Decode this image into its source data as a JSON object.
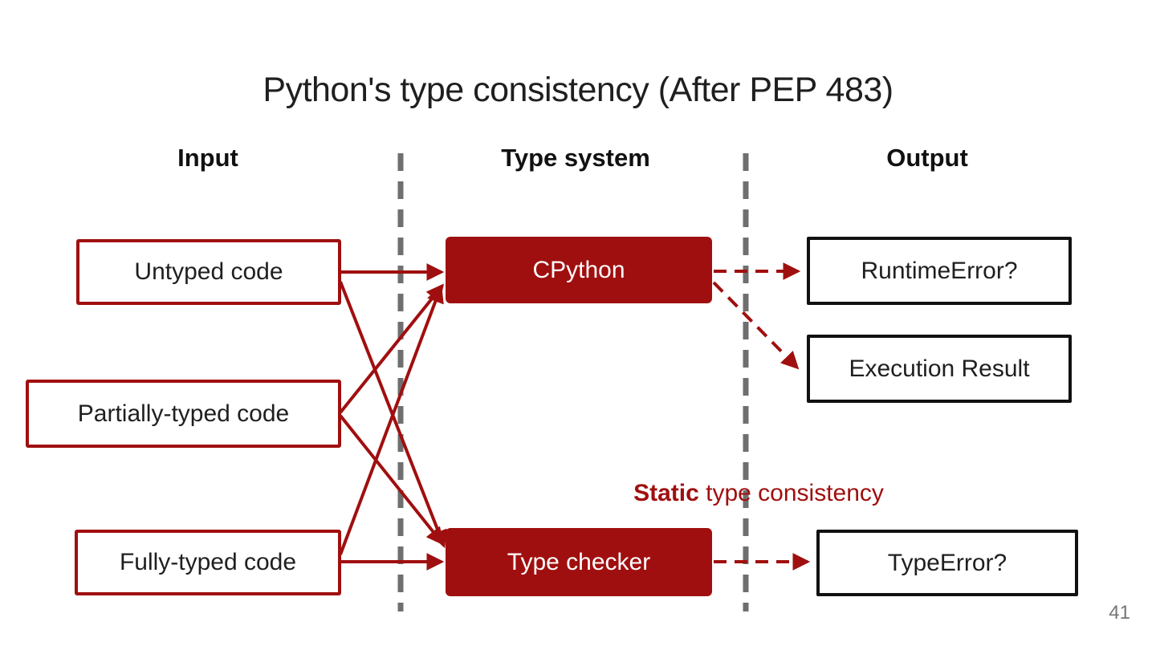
{
  "slide": {
    "title": "Python's type consistency (After PEP 483)",
    "page_number": "41",
    "columns": [
      {
        "label": "Input"
      },
      {
        "label": "Type system"
      },
      {
        "label": "Output"
      }
    ],
    "input_boxes": [
      {
        "label": "Untyped code"
      },
      {
        "label": "Partially-typed code"
      },
      {
        "label": "Fully-typed code"
      }
    ],
    "process_boxes": [
      {
        "label": "CPython"
      },
      {
        "label": "Type checker"
      }
    ],
    "output_boxes": [
      {
        "label": "RuntimeError?"
      },
      {
        "label": "Execution Result"
      },
      {
        "label": "TypeError?"
      }
    ],
    "annotation": {
      "bold": "Static",
      "rest": " type consistency"
    },
    "edges": {
      "solid": [
        {
          "from": "Untyped code",
          "to": "CPython"
        },
        {
          "from": "Untyped code",
          "to": "Type checker"
        },
        {
          "from": "Partially-typed code",
          "to": "CPython"
        },
        {
          "from": "Partially-typed code",
          "to": "Type checker"
        },
        {
          "from": "Fully-typed code",
          "to": "CPython"
        },
        {
          "from": "Fully-typed code",
          "to": "Type checker"
        }
      ],
      "dashed": [
        {
          "from": "CPython",
          "to": "RuntimeError?"
        },
        {
          "from": "CPython",
          "to": "Execution Result"
        },
        {
          "from": "Type checker",
          "to": "TypeError?"
        }
      ]
    },
    "colors": {
      "dark_red": "#A00F0F",
      "box_border_black": "#111111",
      "divider_gray": "#6f6f6f",
      "page_number_gray": "#757575",
      "text_black": "#1f1f1f"
    }
  }
}
